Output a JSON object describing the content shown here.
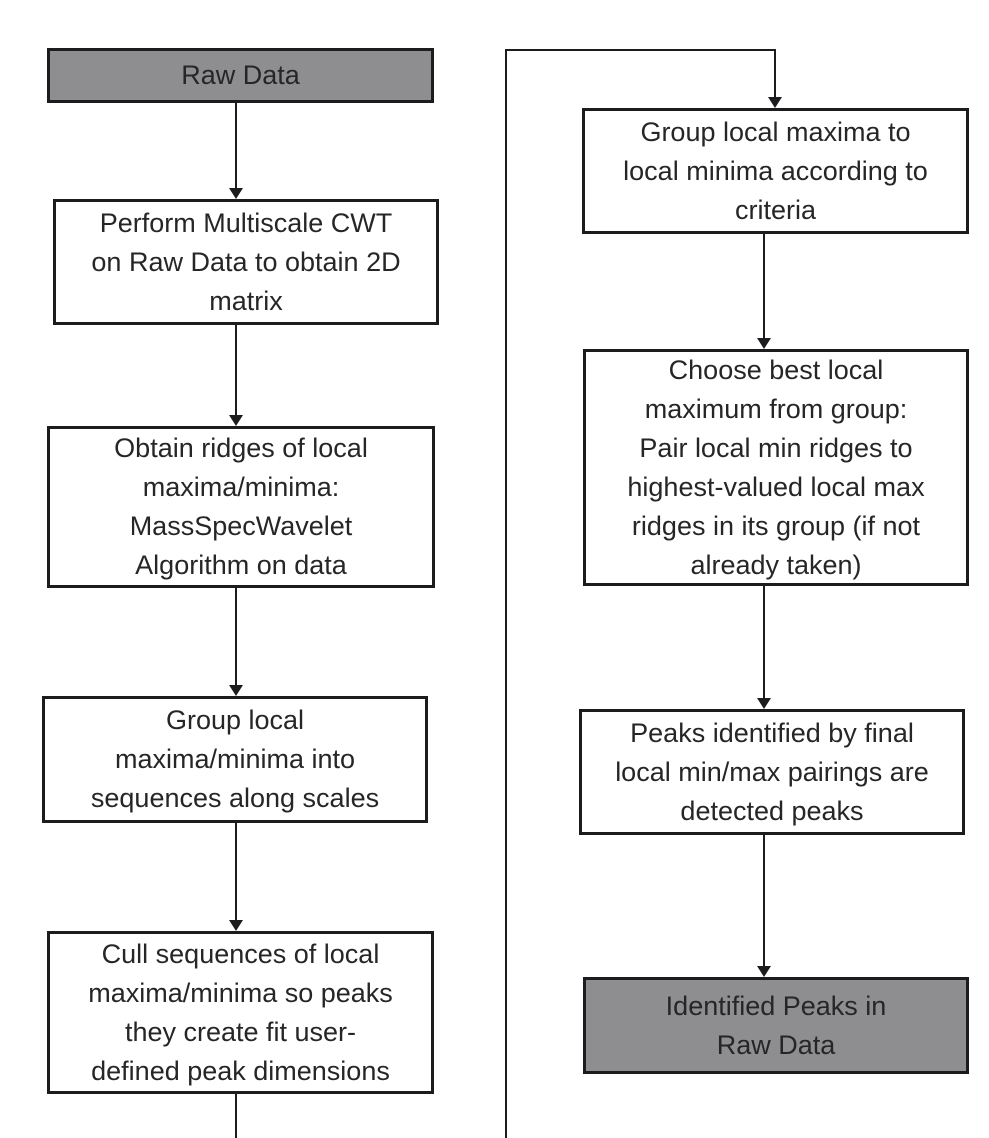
{
  "diagram": {
    "type": "flowchart",
    "background": "#ffffff",
    "colors": {
      "terminal_fill": "#8e8e91",
      "process_fill": "#ffffff",
      "border": "#1c1c1e",
      "connector_line": "#1c1c1e",
      "text": "#262626"
    },
    "nodes": {
      "raw_data": {
        "type": "terminal",
        "label": "Raw Data"
      },
      "cwt": {
        "type": "process",
        "label": "Perform Multiscale CWT\non Raw Data to obtain 2D\nmatrix"
      },
      "ridges": {
        "type": "process",
        "label": "Obtain ridges of local\nmaxima/minima:\nMassSpecWavelet\nAlgorithm on data"
      },
      "group_sequences": {
        "type": "process",
        "label": "Group local\nmaxima/minima into\nsequences along scales"
      },
      "cull_sequences": {
        "type": "process",
        "label": "Cull sequences of local\nmaxima/minima so peaks\nthey create fit user-\ndefined peak dimensions"
      },
      "group_maxima": {
        "type": "process",
        "label": "Group local maxima to\nlocal minima according to\ncriteria"
      },
      "choose_best": {
        "type": "process",
        "label": "Choose best local\nmaximum from group:\nPair local min ridges to\nhighest-valued local max\nridges in its group (if not\nalready taken)"
      },
      "peaks_identified": {
        "type": "process",
        "label": "Peaks identified by final\nlocal min/max pairings are\ndetected peaks"
      },
      "identified_peaks": {
        "type": "terminal",
        "label": "Identified Peaks in\nRaw Data"
      }
    },
    "edges": [
      {
        "from": "raw_data",
        "to": "cwt"
      },
      {
        "from": "cwt",
        "to": "ridges"
      },
      {
        "from": "ridges",
        "to": "group_sequences"
      },
      {
        "from": "group_sequences",
        "to": "cull_sequences"
      },
      {
        "from": "cull_sequences",
        "to": "group_maxima",
        "route": "exits bottom edge of image, loop-around line runs up left side of right column then right and down into box"
      },
      {
        "from": "group_maxima",
        "to": "choose_best"
      },
      {
        "from": "choose_best",
        "to": "peaks_identified"
      },
      {
        "from": "peaks_identified",
        "to": "identified_peaks"
      }
    ]
  }
}
